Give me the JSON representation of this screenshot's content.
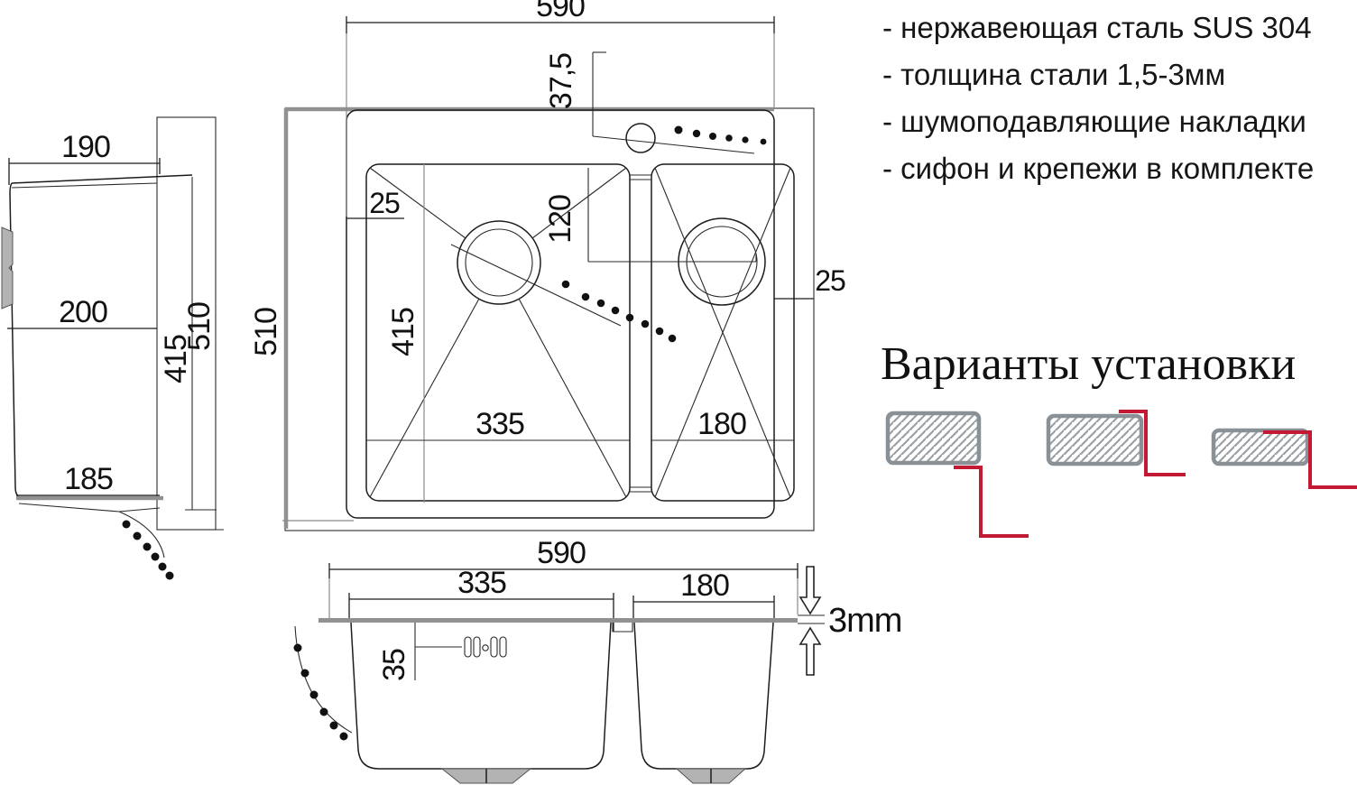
{
  "features": {
    "items": [
      "- нержавеющая сталь SUS 304",
      "- толщина стали 1,5-3мм",
      "- шумоподавляющие накладки",
      "- сифон и крепежи в комплекте"
    ]
  },
  "installation": {
    "title": "Варианты установки",
    "option_count": 3
  },
  "top_view": {
    "overall_width": "590",
    "faucet_offset": "37,5",
    "edge_left": "25",
    "drain_offset": "120",
    "overall_depth": "510",
    "bowl_depth": "415",
    "main_bowl_width": "335",
    "half_bowl_width": "180",
    "edge_right": "25"
  },
  "side_view": {
    "top_width": "190",
    "mid_depth": "200",
    "bottom_width": "185",
    "inner_height": "415",
    "outer_height": "510"
  },
  "front_view": {
    "overall_width": "590",
    "main_bowl_width": "335",
    "half_bowl_width": "180",
    "overflow_offset": "35",
    "rim_thickness": "3mm"
  },
  "colors": {
    "drawing_line": "#1c1c1c",
    "thick_edge": "#8f9193",
    "accent_red": "#c41934",
    "hatch": "#9aa0a4"
  }
}
